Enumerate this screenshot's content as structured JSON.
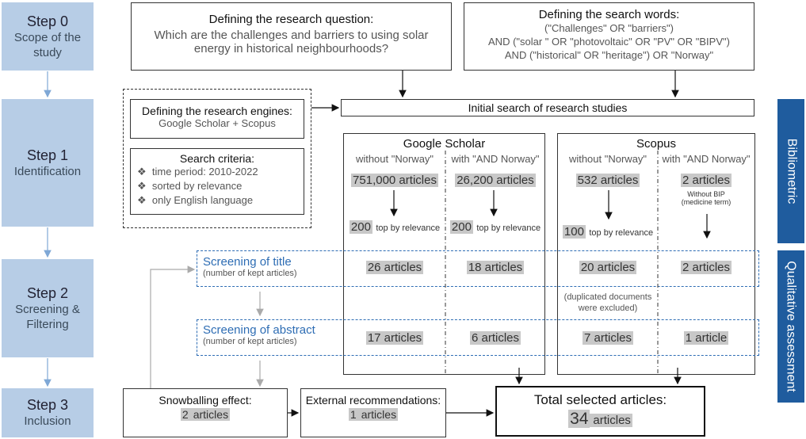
{
  "steps": [
    {
      "title": "Step 0",
      "sub1": "Scope of the",
      "sub2": "study"
    },
    {
      "title": "Step 1",
      "sub1": "Identification",
      "sub2": ""
    },
    {
      "title": "Step 2",
      "sub1": "Screening &",
      "sub2": "Filtering"
    },
    {
      "title": "Step 3",
      "sub1": "Inclusion",
      "sub2": ""
    }
  ],
  "question": {
    "title": "Defining the research question:",
    "line1": "Which are the challenges and barriers to using solar",
    "line2": "energy in historical neighbourhoods?"
  },
  "searchwords": {
    "title": "Defining the search words:",
    "line1": "(\"Challenges\" OR \"barriers\")",
    "line2": "AND (\"solar \" OR \"photovoltaic\" OR \"PV\" OR \"BIPV\")",
    "line3": "AND (\"historical\" OR \"heritage\") OR \"Norway\""
  },
  "initial_search": "Initial search of research studies",
  "engines": {
    "title": "Defining the research engines:",
    "value": "Google Scholar + Scopus"
  },
  "criteria": {
    "title": "Search criteria:",
    "items": [
      "time period: 2010-2022",
      "sorted by relevance",
      "only English language"
    ],
    "bullet": "❖"
  },
  "google": {
    "title": "Google Scholar",
    "col1": "without \"Norway\"",
    "col2": "with \"AND Norway\"",
    "c1_total": "751,000 articles",
    "c2_total": "26,200 articles",
    "c1_top_n": "200",
    "c2_top_n": "200",
    "top_text": "top by relevance",
    "c1_title": "26 articles",
    "c2_title": "18 articles",
    "c1_abs": "17 articles",
    "c2_abs": "6 articles"
  },
  "scopus": {
    "title": "Scopus",
    "col1": "without \"Norway\"",
    "col2": "with \"AND Norway\"",
    "c1_total": "532 articles",
    "c2_total": "2 articles",
    "c2_note1": "Without BIP",
    "c2_note2": "(medicine term)",
    "c1_top_n": "100",
    "top_text": "top by relevance",
    "c1_title": "20 articles",
    "c2_title": "2 articles",
    "c1_abs": "7 articles",
    "c2_abs": "1 article"
  },
  "dup_note": {
    "line1": "(duplicated documents",
    "line2": "were excluded)"
  },
  "screen_title": {
    "title": "Screening of title",
    "sub": "(number of kept articles)"
  },
  "screen_abs": {
    "title": "Screening of abstract",
    "sub": "(number of kept articles)"
  },
  "snowball": {
    "title": "Snowballing effect:",
    "count": "2",
    "unit": "articles"
  },
  "external": {
    "title": "External recommendations:",
    "count": "1",
    "unit": "articles"
  },
  "total": {
    "title": "Total selected articles:",
    "count": "34",
    "unit": "articles"
  },
  "side_labels": {
    "biblio": "Bibliometric",
    "qual": "Qualitative assessment"
  },
  "colors": {
    "step_bg": "#b7cde6",
    "side_bg": "#1f5c9e",
    "highlight": "#c8c8c8",
    "dashed": "#2e6db4"
  }
}
